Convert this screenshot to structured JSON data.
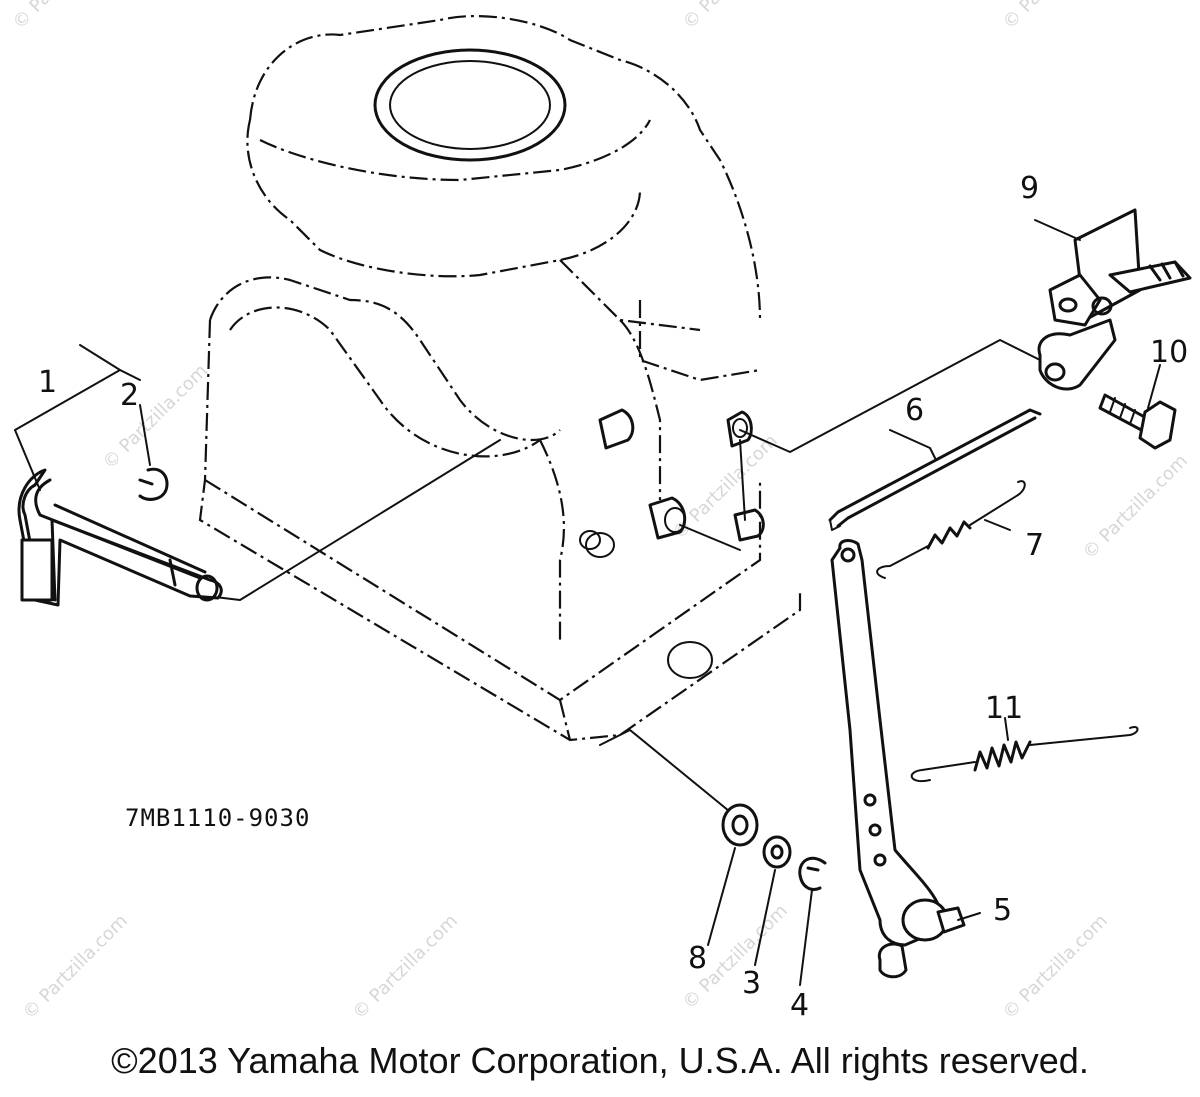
{
  "diagram": {
    "drawing_code": "7MB1110-9030",
    "watermark": "© Partzilla.com",
    "copyright": "©2013 Yamaha Motor Corporation, U.S.A. All rights reserved.",
    "callouts": [
      "1",
      "2",
      "3",
      "4",
      "5",
      "6",
      "7",
      "8",
      "9",
      "10",
      "11"
    ]
  }
}
